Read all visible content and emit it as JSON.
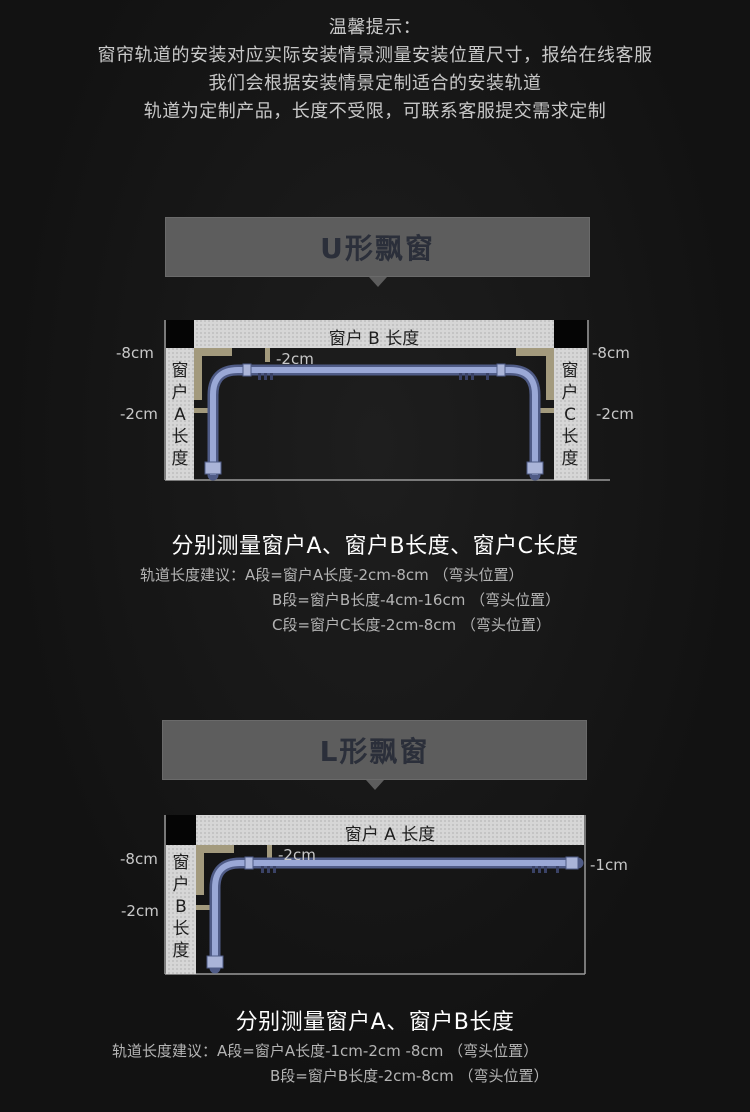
{
  "notice": {
    "title": "温馨提示：",
    "lines": [
      "窗帘轨道的安装对应实际安装情景测量安装位置尺寸，报给在线客服",
      "我们会根据安装情景定制适合的安装轨道",
      "轨道为定制产品，长度不受限，可联系客服提交需求定制"
    ]
  },
  "section_u": {
    "banner": "U形飘窗",
    "wall_b_label": "窗户 B 长度",
    "wall_a_label": "窗户A长度",
    "wall_c_label": "窗户C长度",
    "left_top_dim": "-8cm",
    "left_mid_dim": "-2cm",
    "right_top_dim": "-8cm",
    "right_mid_dim": "-2cm",
    "top_dim": "-2cm",
    "heading": "分别测量窗户A、窗户B长度、窗户C长度",
    "advice": [
      "轨道长度建议：A段=窗户A长度-2cm-8cm （弯头位置）",
      "B段=窗户B长度-4cm-16cm （弯头位置）",
      "C段=窗户C长度-2cm-8cm （弯头位置）"
    ]
  },
  "section_l": {
    "banner": "L形飘窗",
    "wall_a_label": "窗户 A 长度",
    "wall_b_label": "窗户B长度",
    "left_top_dim": "-8cm",
    "left_mid_dim": "-2cm",
    "top_dim": "-2cm",
    "right_dim": "-1cm",
    "heading": "分别测量窗户A、窗户B长度",
    "advice": [
      "轨道长度建议：A段=窗户A长度-1cm-2cm -8cm （弯头位置）",
      "B段=窗户B长度-2cm-8cm （弯头位置）"
    ]
  },
  "colors": {
    "background": "#121212",
    "banner": "#5d5d5d",
    "banner_text": "#2b2f3a",
    "wall": "#d9d9d9",
    "bracket": "#a39a7d",
    "rail": "#8e9cc8"
  }
}
